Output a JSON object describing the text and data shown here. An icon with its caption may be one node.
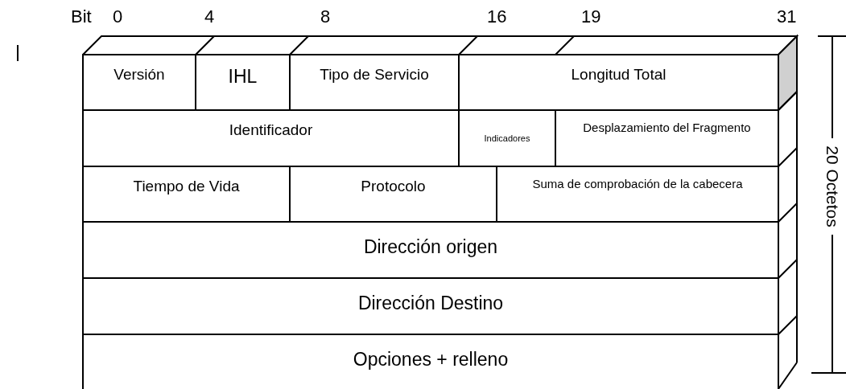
{
  "diagram": {
    "nodes": [
      {
        "text": [
          "Versión"
        ]
      },
      {
        "text": [
          "IHL"
        ]
      },
      {
        "text": [
          "Tipo de Servicio"
        ]
      },
      {
        "text": [
          "Longitud Total"
        ]
      },
      {
        "text": [
          "Identificador"
        ]
      },
      {
        "text": [
          "Indicadores"
        ]
      },
      {
        "text": [
          "Desplazamiento del Fragmento"
        ]
      },
      {
        "text": [
          "Tiempo de Vida"
        ]
      },
      {
        "text": [
          "Protocolo"
        ]
      },
      {
        "text": [
          "Suma de comprobación de la cabecera"
        ]
      },
      {
        "text": [
          "Dirección origen"
        ]
      },
      {
        "text": [
          "Dirección Destino"
        ]
      },
      {
        "text": [
          "Opciones + relleno"
        ]
      }
    ],
    "labels": [
      "Bit",
      "0",
      "4",
      "8",
      "16",
      "19",
      "31",
      "20 Octetos"
    ]
  }
}
